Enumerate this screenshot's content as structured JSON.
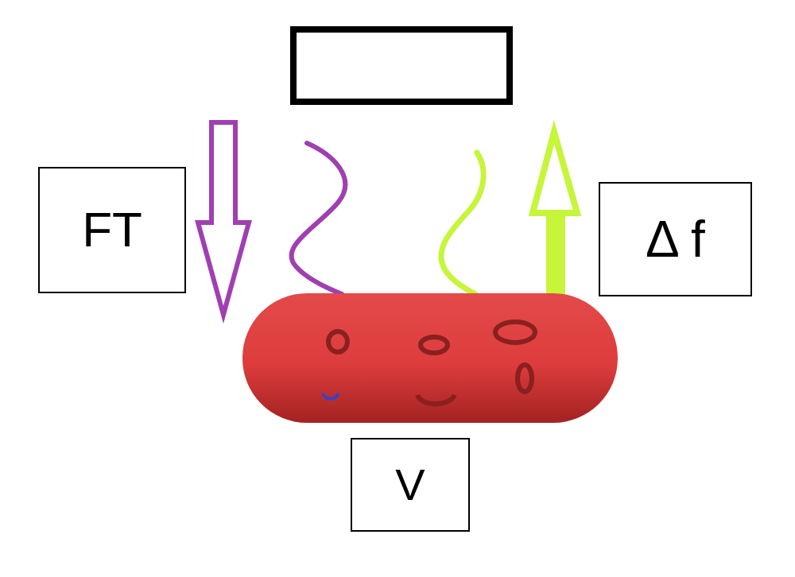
{
  "diagram": {
    "nodes": [
      {
        "text": [
          "FT"
        ]
      },
      {
        "text": [
          "Δ f"
        ]
      },
      {
        "text": [
          "V"
        ]
      }
    ]
  }
}
